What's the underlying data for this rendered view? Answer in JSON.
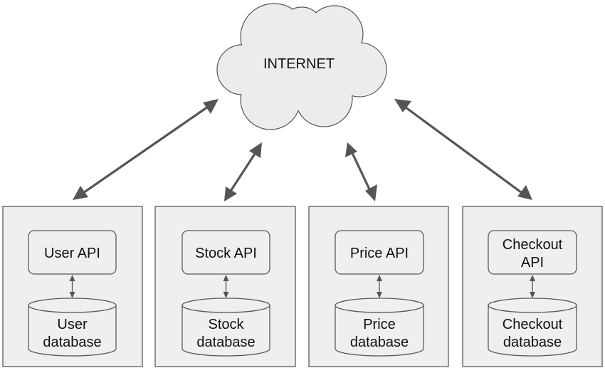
{
  "internet": {
    "label": "INTERNET"
  },
  "services": [
    {
      "api_lines": [
        "User API"
      ],
      "db_lines": [
        "User",
        "database"
      ]
    },
    {
      "api_lines": [
        "Stock API"
      ],
      "db_lines": [
        "Stock",
        "database"
      ]
    },
    {
      "api_lines": [
        "Price API"
      ],
      "db_lines": [
        "Price",
        "database"
      ]
    },
    {
      "api_lines": [
        "Checkout",
        "API"
      ],
      "db_lines": [
        "Checkout",
        "database"
      ]
    }
  ]
}
